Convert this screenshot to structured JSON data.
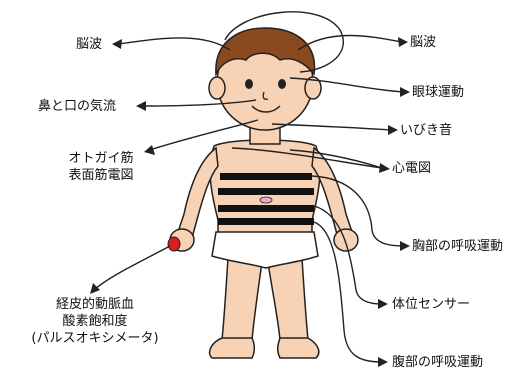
{
  "labels": {
    "eeg_left": "脳波",
    "eeg_right": "脳波",
    "nasal_oral_airflow": "鼻と口の気流",
    "eye_movement": "眼球運動",
    "chin_emg": "オトガイ筋\n表面筋電図",
    "snoring": "いびき音",
    "ecg": "心電図",
    "chest_respiration": "胸部の呼吸運動",
    "spo2": "経皮的動脈血\n酸素飽和度\n(パルスオキシメータ)",
    "body_position": "体位センサー",
    "abdominal_respiration": "腹部の呼吸運動"
  },
  "colors": {
    "skin": "#f7d2b4",
    "hair": "#8a4a1f",
    "outline": "#222222",
    "belt": "#111111",
    "oximeter": "#d92020",
    "sensor_pink": "#f0a8c8"
  }
}
